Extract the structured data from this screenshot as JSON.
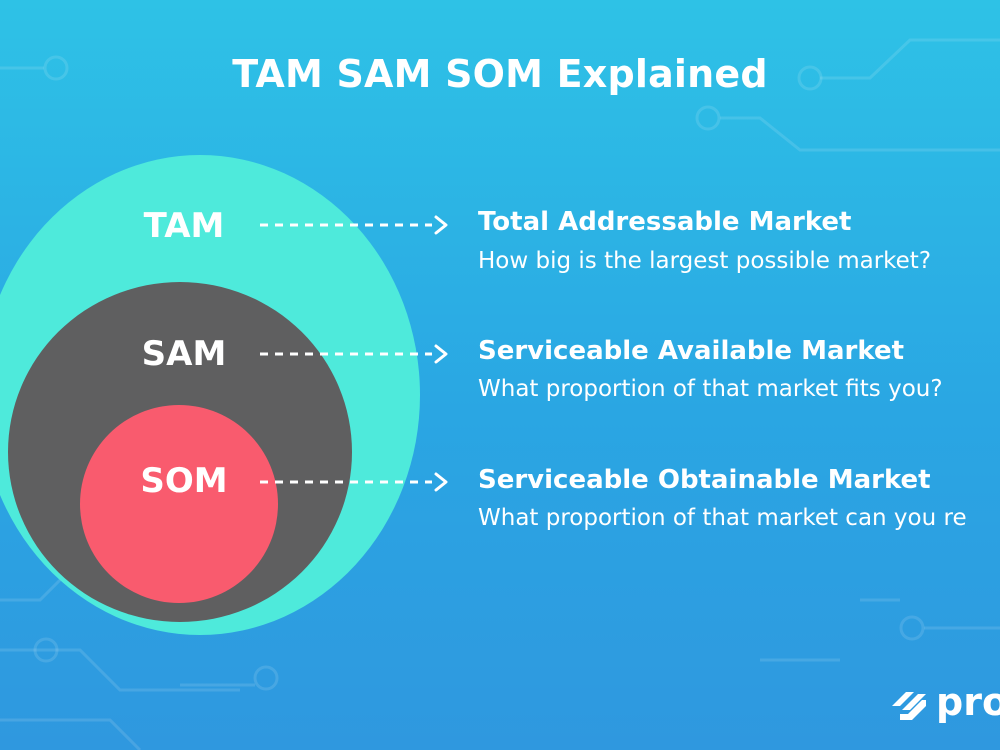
{
  "title": "TAM SAM SOM Explained",
  "tiers": [
    {
      "abbr": "TAM",
      "name": "Total Addressable Market",
      "question": "How big is the largest possible market?"
    },
    {
      "abbr": "SAM",
      "name": "Serviceable Available Market",
      "question": "What proportion of that market fits you?"
    },
    {
      "abbr": "SOM",
      "name": "Serviceable Obtainable Market",
      "question": "What proportion of that market can you re"
    }
  ],
  "colors": {
    "tam": "#4eeadb",
    "sam": "#5f5f60",
    "som": "#f95b6e",
    "text": "#ffffff"
  },
  "logo": {
    "text": "pro",
    "icon": "arrow-logo-icon"
  }
}
